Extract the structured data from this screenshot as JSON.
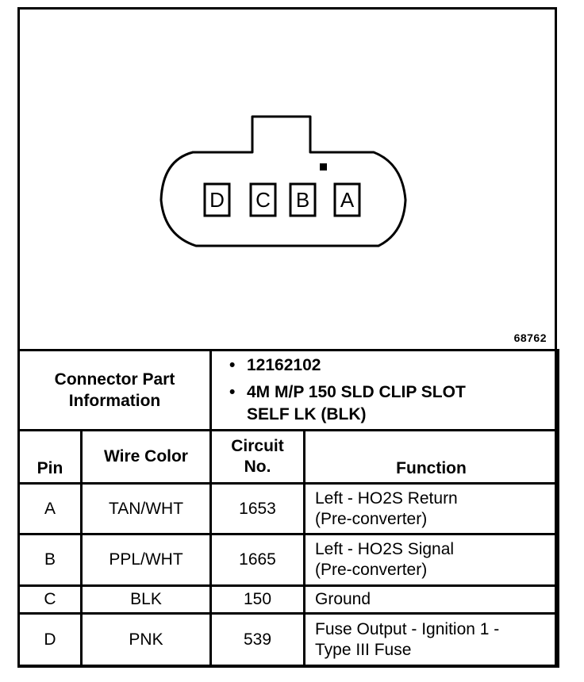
{
  "diagram": {
    "figure_id": "68762",
    "pins": [
      "D",
      "C",
      "B",
      "A"
    ]
  },
  "connector_info": {
    "label_line1": "Connector Part",
    "label_line2": "Information",
    "items": [
      {
        "bullet": "•",
        "line1": "12162102",
        "line2": ""
      },
      {
        "bullet": "•",
        "line1": "4M M/P 150 SLD CLIP SLOT",
        "line2": "SELF LK (BLK)"
      }
    ]
  },
  "table": {
    "headers": {
      "pin": "Pin",
      "wire_color": "Wire Color",
      "circuit_line1": "Circuit",
      "circuit_line2": "No.",
      "function": "Function"
    },
    "rows": [
      {
        "pin": "A",
        "wire_color": "TAN/WHT",
        "circuit": "1653",
        "function_line1": "Left - HO2S Return",
        "function_line2": "(Pre-converter)"
      },
      {
        "pin": "B",
        "wire_color": "PPL/WHT",
        "circuit": "1665",
        "function_line1": "Left - HO2S Signal",
        "function_line2": "(Pre-converter)"
      },
      {
        "pin": "C",
        "wire_color": "BLK",
        "circuit": "150",
        "function_line1": "Ground",
        "function_line2": ""
      },
      {
        "pin": "D",
        "wire_color": "PNK",
        "circuit": "539",
        "function_line1": "Fuse Output - Ignition 1 -",
        "function_line2": "Type III Fuse"
      }
    ]
  }
}
